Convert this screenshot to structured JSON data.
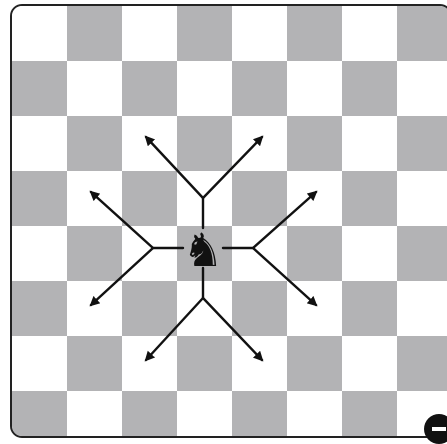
{
  "board": {
    "files": 8,
    "ranks": 8,
    "light_color": "#ffffff",
    "dark_color": "#b3b3b5",
    "first_square": "light"
  },
  "piece": {
    "type": "knight",
    "color": "black",
    "glyph": "♞",
    "square": {
      "file": 4,
      "rank": 5
    }
  },
  "moves": [
    {
      "direction": "up-left",
      "target": {
        "file": 3,
        "rank": 3
      }
    },
    {
      "direction": "up-right",
      "target": {
        "file": 5,
        "rank": 3
      }
    },
    {
      "direction": "left-up",
      "target": {
        "file": 2,
        "rank": 4
      }
    },
    {
      "direction": "right-up",
      "target": {
        "file": 6,
        "rank": 4
      }
    },
    {
      "direction": "left-down",
      "target": {
        "file": 2,
        "rank": 6
      }
    },
    {
      "direction": "right-down",
      "target": {
        "file": 6,
        "rank": 6
      }
    },
    {
      "direction": "down-left",
      "target": {
        "file": 3,
        "rank": 7
      }
    },
    {
      "direction": "down-right",
      "target": {
        "file": 5,
        "rank": 7
      }
    }
  ],
  "colors": {
    "arrow": "#111111",
    "frame": "#222222"
  }
}
